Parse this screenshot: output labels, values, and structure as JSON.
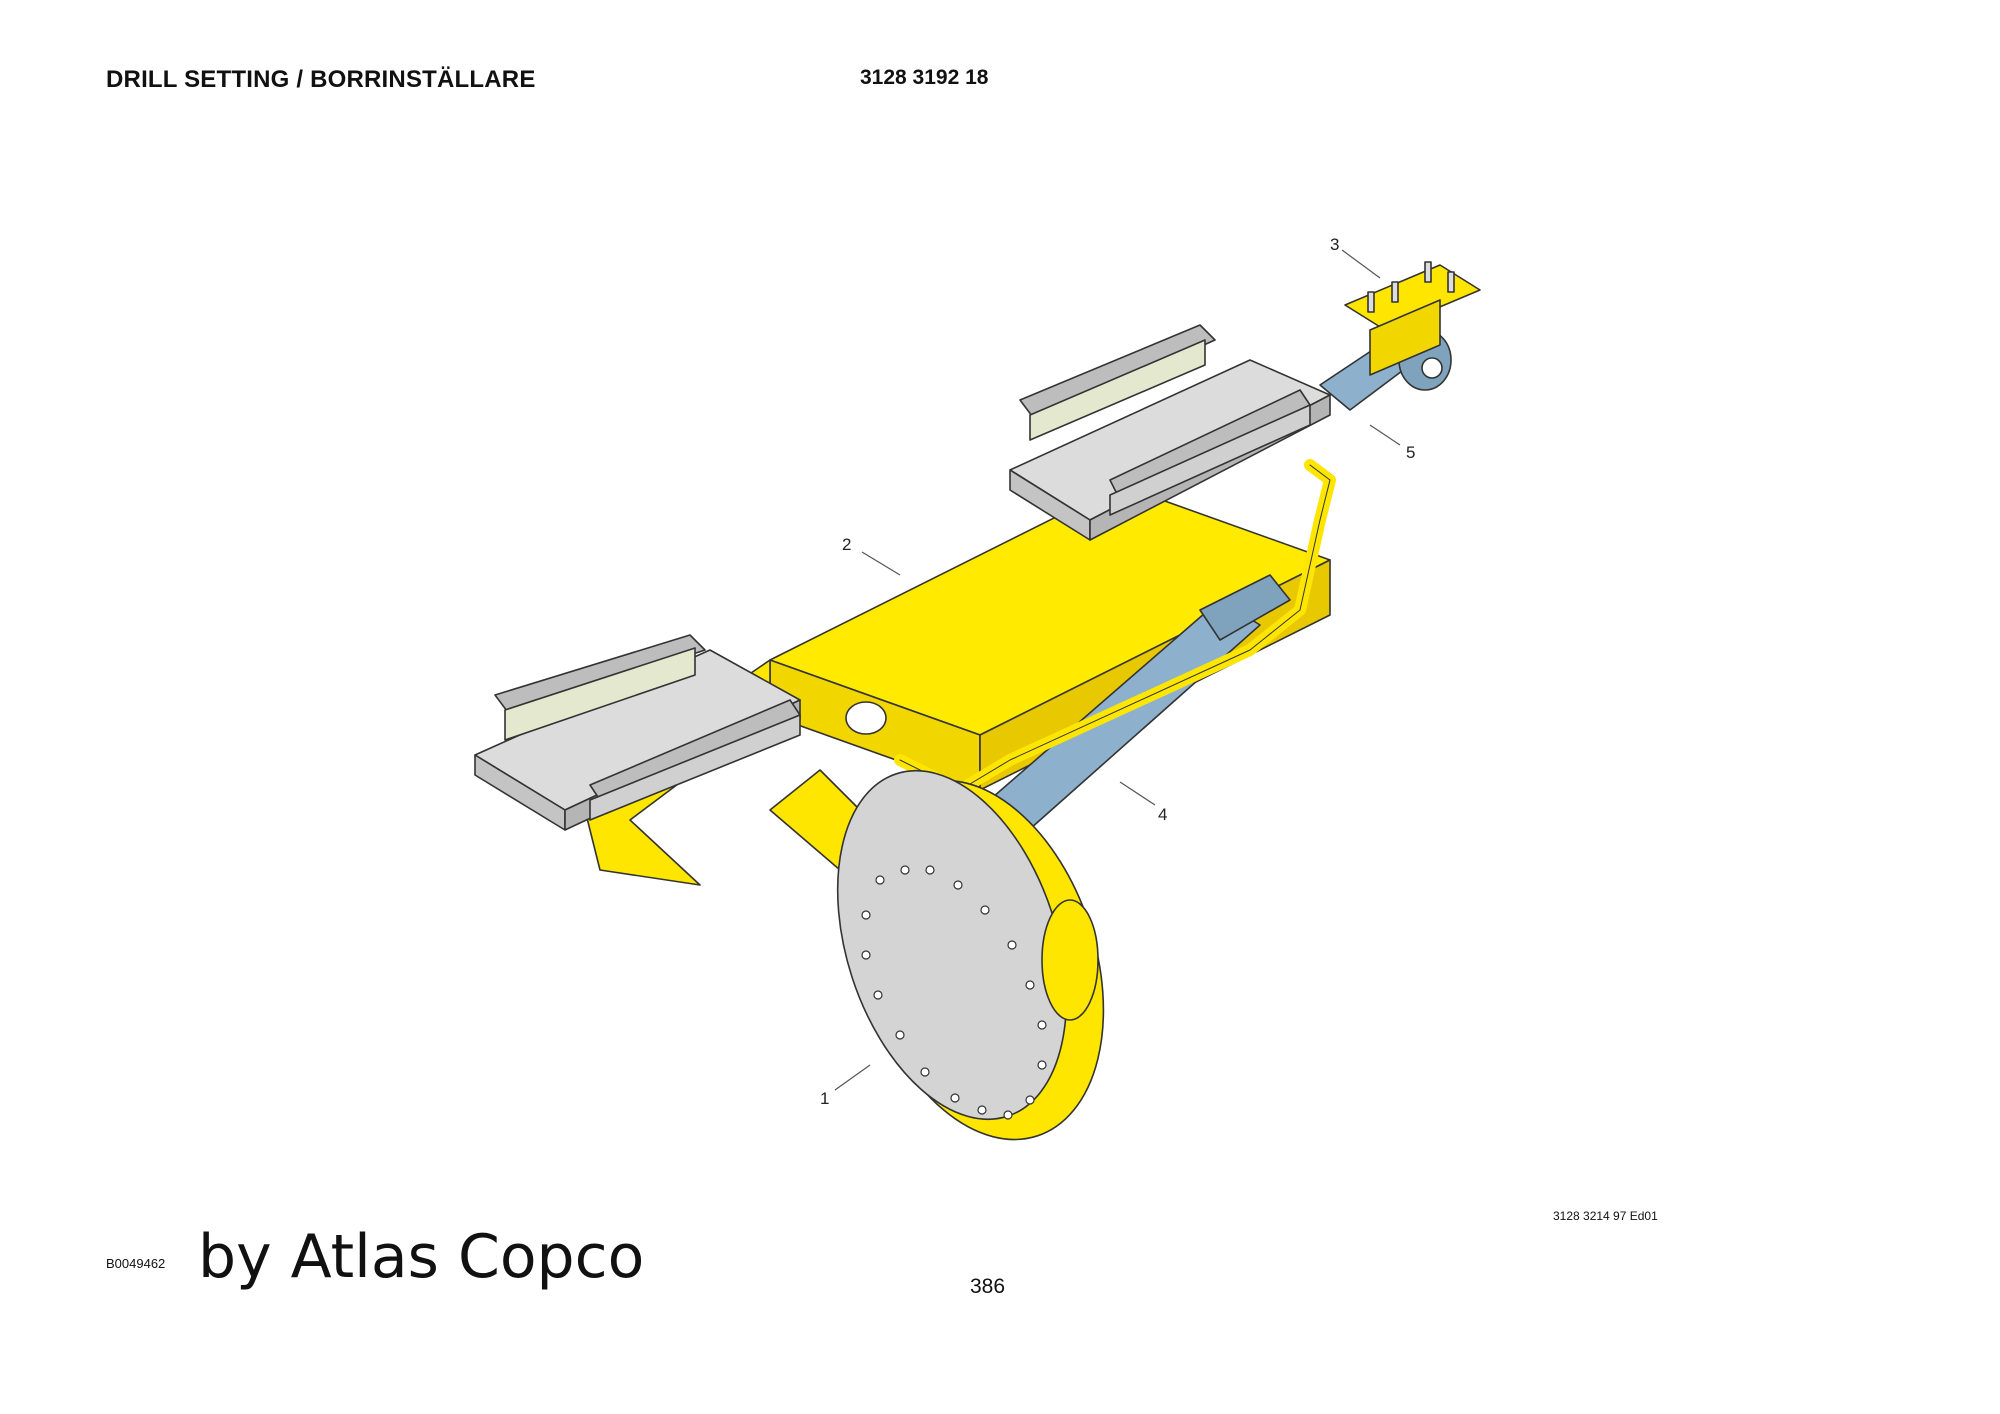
{
  "header": {
    "title": "DRILL SETTING / BORRINSTÄLLARE",
    "part_number": "3128 3192 18"
  },
  "drawing": {
    "callouts": [
      "1",
      "2",
      "3",
      "4",
      "5"
    ],
    "drawing_reference": "3128 3214 97 Ed01",
    "colors": {
      "frame_yellow": "#ffe600",
      "cylinder_blue": "#8db1cc",
      "plate_grey": "#dcdcdc",
      "rail_grey": "#b8b8b8",
      "outline": "#333333"
    }
  },
  "footer": {
    "image_id": "B0049462",
    "watermark": "by Atlas Copco",
    "page_number": "386"
  }
}
